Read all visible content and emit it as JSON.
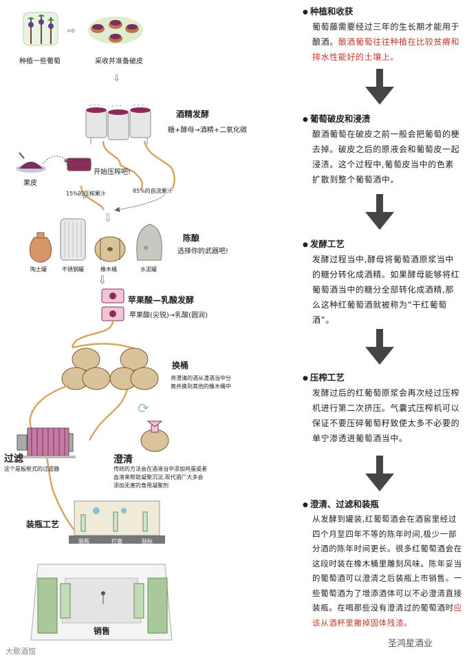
{
  "left": {
    "plant_label": "种植一些葡萄",
    "harvest_label": "采收并准备破皮",
    "ferment_title": "酒精发酵",
    "ferment_formula": "糖+酵母→酒精+二氧化碳",
    "pomace_label": "果皮",
    "press_start": "开始压榨吧!",
    "press_juice": "15%的压榨果汁",
    "free_juice": "85%的自流果汁",
    "aging_title": "陈酿",
    "aging_sub": "选择你的武器吧!",
    "vessels": [
      "陶土罐",
      "不锈钢罐",
      "橡木桶",
      "水泥罐"
    ],
    "malo_title": "苹果酸—乳酸发酵",
    "malo_formula": "苹果酸(尖锐)→乳酸(圆润)",
    "rack_title": "换桶",
    "rack_desc_1": "将澄清的酒从渣酒当中分",
    "rack_desc_2": "离并换到其他的橡木桶中",
    "filter_title": "过滤",
    "filter_desc": "这个是板框式的过滤器",
    "fining_title": "澄清",
    "fining_desc_1": "传统的方法会在酒液当中添加鸡蛋或者",
    "fining_desc_2": "血液来帮助凝聚沉淀,现代酒厂大多会",
    "fining_desc_3": "添加无害的食用凝聚剂",
    "bottling_title": "装瓶工艺",
    "bottling_steps": [
      "装瓶",
      "打塞",
      "贴标"
    ],
    "sale_label": "销售",
    "watermark_left": "大歌酒馆"
  },
  "right": {
    "steps": [
      {
        "title": "种植和收获",
        "body": "葡萄藤需要经过三年的生长期才能用于酿酒。",
        "highlight": "酿酒葡萄往往种植在比较贫瘠和排水性能好的土壤上。"
      },
      {
        "title": "葡萄破皮和浸渍",
        "body": "酿酒葡萄在破皮之前一般会把葡萄的梗去掉。破皮之后的原液会和葡萄皮一起浸渍。这个过程中,葡萄皮当中的色素扩散到整个葡萄酒中。",
        "highlight": ""
      },
      {
        "title": "发酵工艺",
        "body": "发酵过程当中,酵母将葡萄酒原浆当中的糖分转化成酒精。如果酵母能够将红葡萄酒当中的糖分全部转化成酒精,那么这种红葡萄酒就被称为“干红葡萄酒”。",
        "highlight": ""
      },
      {
        "title": "压榨工艺",
        "body": "发酵过后的红葡萄原浆会再次经过压榨机进行第二次挤压。气囊式压榨机可以保证不要压碎葡萄籽致使太多不必要的单宁渗透进葡萄酒当中。",
        "highlight": ""
      },
      {
        "title": "澄清、过滤和装瓶",
        "body": "从发酵到罐装,红葡萄酒会在酒窖里经过四个月至四年不等的陈年时间,极少一部分酒的陈年时间更长。很多红葡萄酒会在这段时装在橡木桶里雕刻风味。陈年妥当的葡萄酒可以澄清之后装瓶上市销售。一些葡萄酒为了增添酒体可以不必澄清直接装瓶。在喝那些没有澄清过的葡萄酒时",
        "highlight": "应该从酒杯里撇掉固体残渣。"
      }
    ],
    "watermark_right": "圣鸿星酒业"
  },
  "colors": {
    "wine": "#8e2a5a",
    "grape_purple": "#6a3d8a",
    "barrel": "#d9c39a",
    "pipe": "#d6a65e",
    "arrow": "#444444",
    "highlight_red": "#c0392b",
    "cellar_green": "#7aa86a"
  }
}
